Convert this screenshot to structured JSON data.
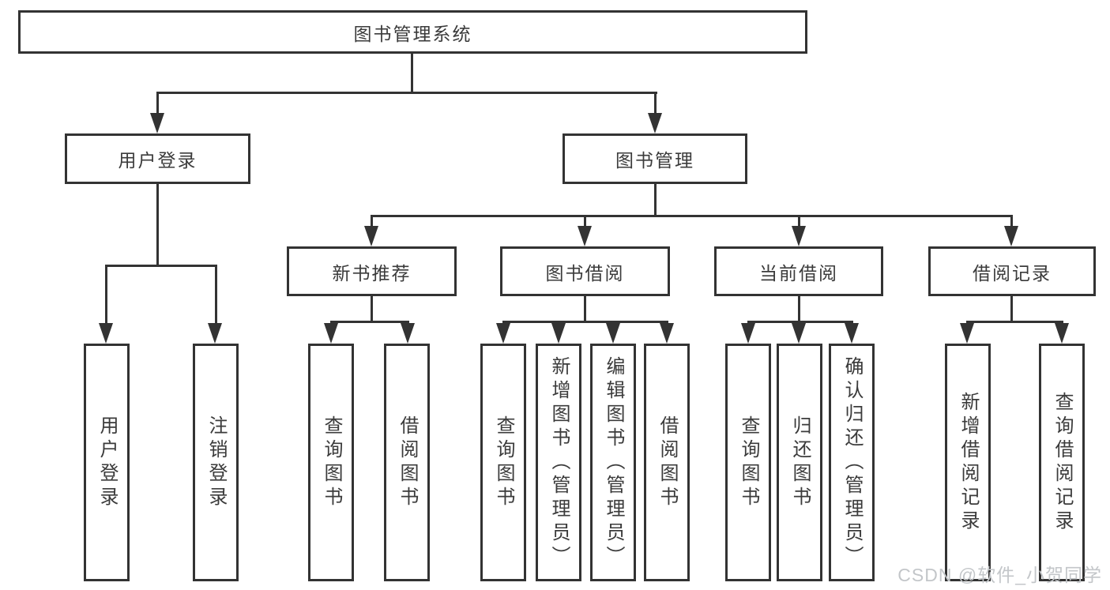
{
  "colors": {
    "line": "#333333",
    "text": "#3b3b3b",
    "box_background": "#ffffff",
    "watermark": "#c3c6c9"
  },
  "watermark": {
    "text": "CSDN @软件_小贺同学"
  },
  "tree": {
    "root": {
      "label": "图书管理系统"
    },
    "branches": [
      {
        "label": "用户登录",
        "leaves": [
          {
            "label": "用户登录"
          },
          {
            "label": "注销登录"
          }
        ]
      },
      {
        "label": "图书管理",
        "groups": [
          {
            "label": "新书推荐",
            "leaves": [
              {
                "label": "查询图书"
              },
              {
                "label": "借阅图书"
              }
            ]
          },
          {
            "label": "图书借阅",
            "leaves": [
              {
                "label": "查询图书"
              },
              {
                "label": "新增图书（管理员）"
              },
              {
                "label": "编辑图书（管理员）"
              },
              {
                "label": "借阅图书"
              }
            ]
          },
          {
            "label": "当前借阅",
            "leaves": [
              {
                "label": "查询图书"
              },
              {
                "label": "归还图书"
              },
              {
                "label": "确认归还（管理员）"
              }
            ]
          },
          {
            "label": "借阅记录",
            "leaves": [
              {
                "label": "新增借阅记录"
              },
              {
                "label": "查询借阅记录"
              }
            ]
          }
        ]
      }
    ]
  }
}
